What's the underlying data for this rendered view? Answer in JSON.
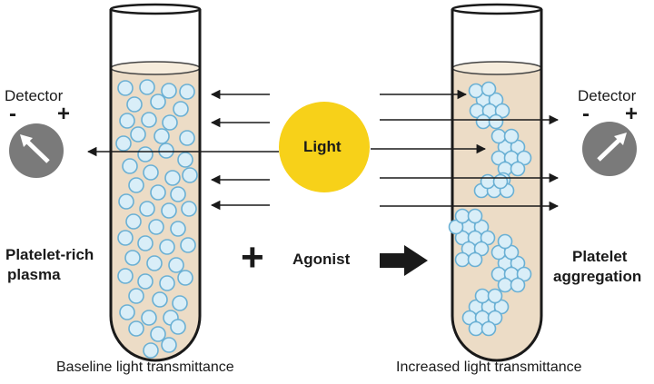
{
  "left": {
    "detector_label": "Detector",
    "minus": "-",
    "plus": "+",
    "sample_label_line1": "Platelet-rich",
    "sample_label_line2": "plasma",
    "caption": "Baseline light transmittance"
  },
  "center": {
    "light_label": "Light",
    "plus_sign": "+",
    "agonist_label": "Agonist"
  },
  "right": {
    "detector_label": "Detector",
    "minus": "-",
    "plus": "+",
    "result_label_line1": "Platelet",
    "result_label_line2": "aggregation",
    "caption": "Increased light transmittance"
  },
  "colors": {
    "plasma": "#ecdcc6",
    "light": "#f7d119",
    "detector": "#7a7a7a",
    "platelet_fill": "#d9eef8",
    "platelet_stroke": "#6ab0d4"
  }
}
